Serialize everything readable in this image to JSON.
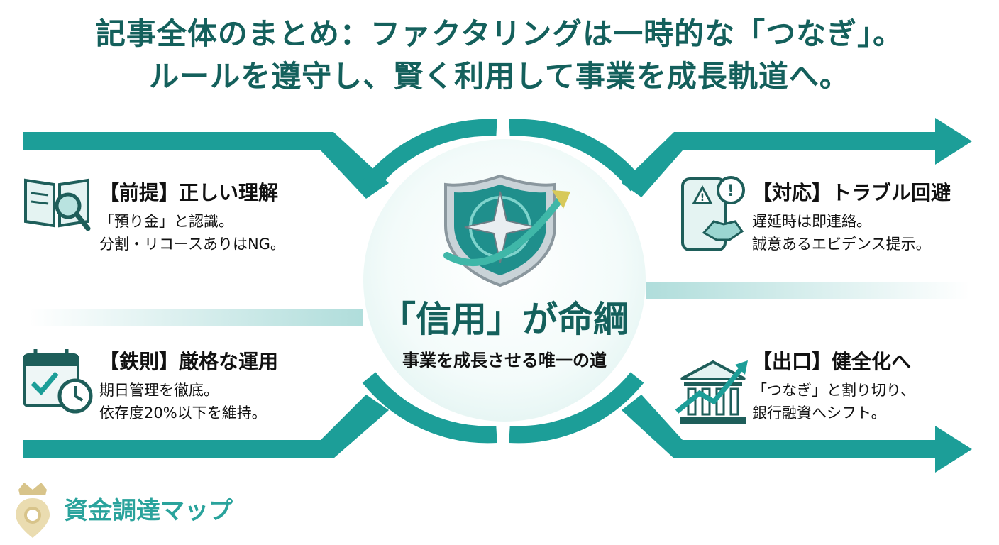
{
  "title": {
    "line1": "記事全体のまとめ：ファクタリングは一時的な「つなぎ」。",
    "line2": "ルールを遵守し、賢く利用して事業を成長軌道へ。"
  },
  "center": {
    "title": "「信用」が命綱",
    "subtitle": "事業を成長させる唯一の道"
  },
  "boxes": {
    "top_left": {
      "heading": "【前提】正しい理解",
      "line1": "「預り金」と認識。",
      "line2": "分割・リコースありはNG。"
    },
    "bottom_left": {
      "heading": "【鉄則】厳格な運用",
      "line1": "期日管理を徹底。",
      "line2": "依存度20%以下を維持。"
    },
    "top_right": {
      "heading": "【対応】トラブル回避",
      "line1": "遅延時は即連絡。",
      "line2": "誠意あるエビデンス提示。"
    },
    "bottom_right": {
      "heading": "【出口】健全化へ",
      "line1": "「つなぎ」と割り切り、",
      "line2": "銀行融資へシフト。"
    }
  },
  "logo": {
    "text": "資金調達マップ"
  },
  "colors": {
    "teal": "#14605c",
    "accent": "#1c9e98",
    "logo": "#2aa39c"
  }
}
